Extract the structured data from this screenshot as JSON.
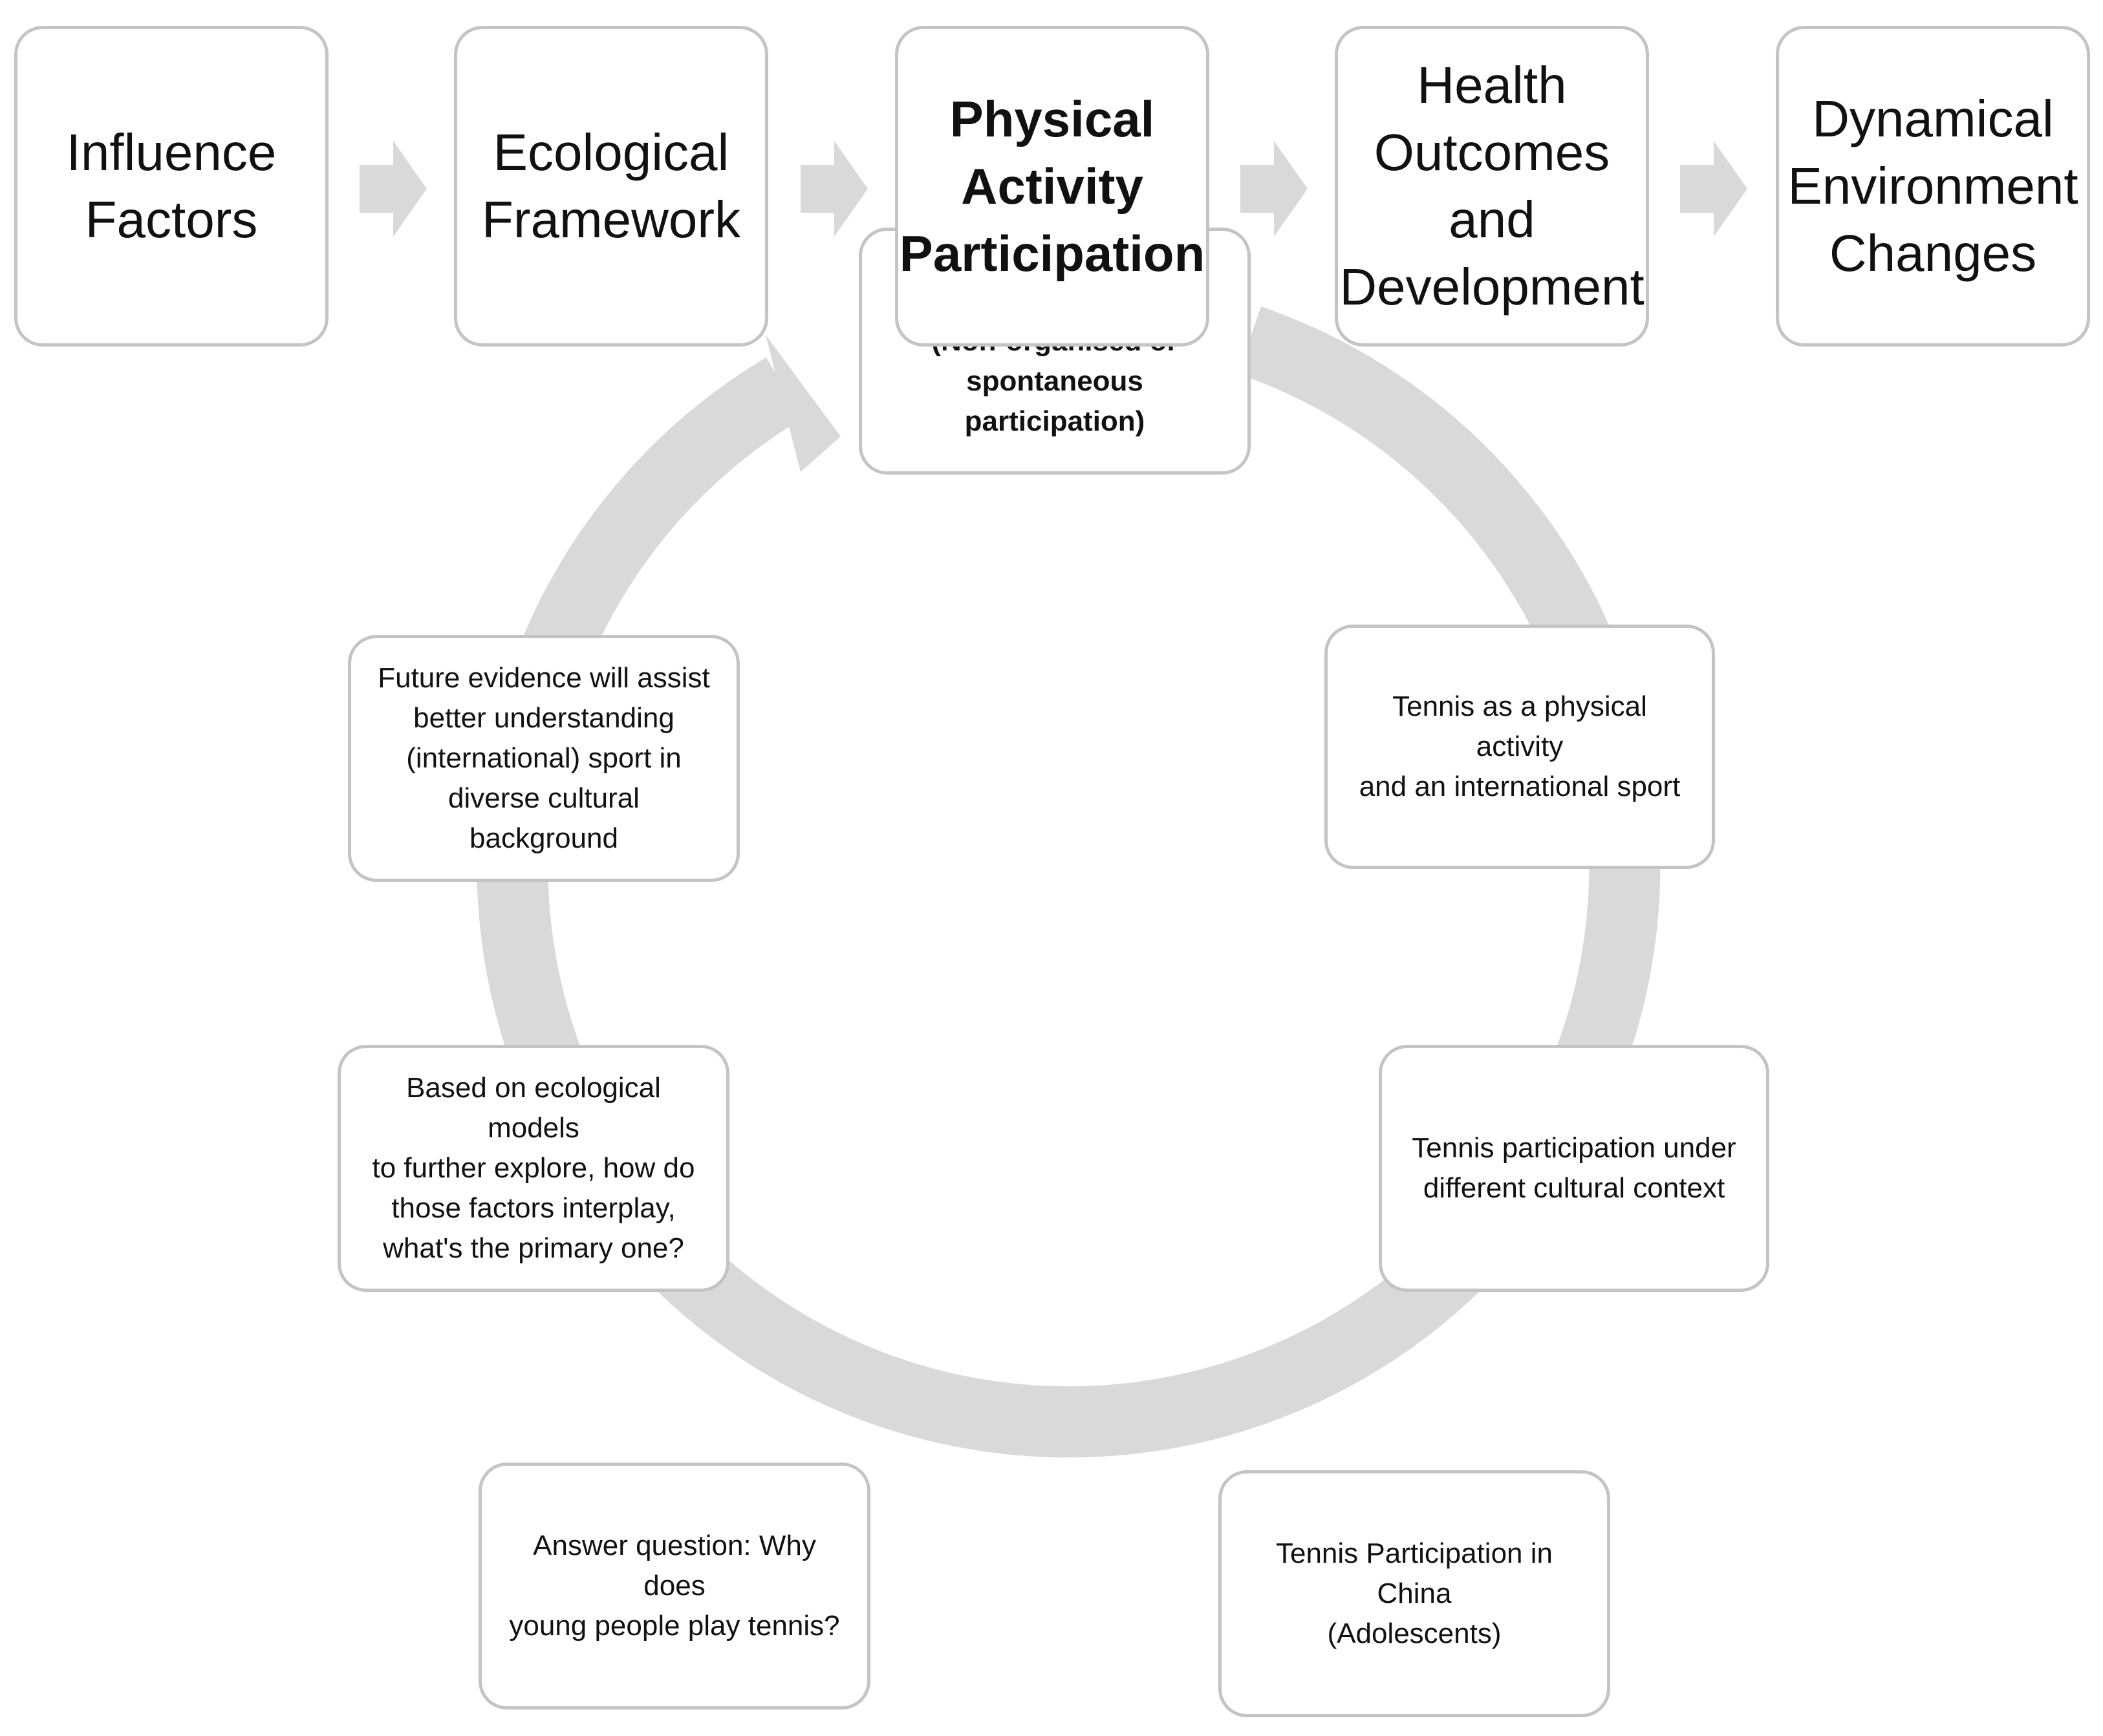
{
  "diagram": {
    "colors": {
      "arrow": "#d9d9d9",
      "box_border": "#c4c4c4",
      "box_fill": "#ffffff",
      "text": "#111111"
    },
    "flow": {
      "influence_factors": "Influence\nFactors",
      "ecological_framework": "Ecological\nFramework",
      "physical_activity_participation": "Physical\nActivity\nParticipation",
      "health_outcomes": "Health\nOutcomes\nand\nDevelopment",
      "dynamical_environment": "Dynamical\nEnvironment\nChanges"
    },
    "participation_note": "(Non-organised or\nspontaneous participation)",
    "cycle": {
      "tennis_international": "Tennis as a physical activity\nand an international sport",
      "cultural_context": "Tennis participation under\ndifferent cultural context",
      "china_adolescents": "Tennis Participation in China\n(Adolescents)",
      "why_play": "Answer question: Why does\nyoung people play tennis?",
      "ecological_models": "Based on ecological models\nto further explore, how do\nthose factors interplay,\nwhat's the primary one?",
      "future_evidence": "Future evidence will assist\nbetter understanding\n(international) sport in\ndiverse cultural background"
    }
  }
}
